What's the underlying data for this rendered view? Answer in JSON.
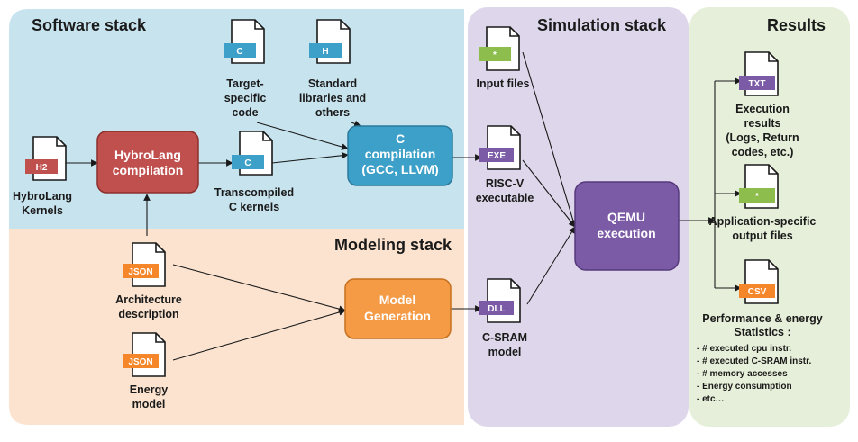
{
  "regions": {
    "software": "Software stack",
    "simulation": "Simulation stack",
    "results": "Results",
    "modeling": "Modeling stack"
  },
  "colors": {
    "software_bg": "#c7e3ee",
    "modeling_bg": "#fbe3cf",
    "simulation_bg": "#ded7eb",
    "results_bg": "#e6efd9",
    "hybrolang_box": "#c0504d",
    "ccompile_box": "#3da0c8",
    "model_box": "#f59a45",
    "qemu_box": "#7b5aa6",
    "badge_red": "#c0504d",
    "badge_blue": "#3da0c8",
    "badge_orange": "#f5872a",
    "badge_purple": "#7b5aa6",
    "badge_green": "#8dbd4d"
  },
  "files": {
    "h2": {
      "badge": "H2",
      "label": [
        "HybroLang",
        "Kernels"
      ]
    },
    "target_c": {
      "badge": "C",
      "label": [
        "Target-",
        "specific",
        "code"
      ]
    },
    "std_h": {
      "badge": "H",
      "label": [
        "Standard",
        "libraries and",
        "others"
      ]
    },
    "trans_c": {
      "badge": "C",
      "label": [
        "Transcompiled",
        "C kernels"
      ]
    },
    "arch_json": {
      "badge": "JSON",
      "label": [
        "Architecture",
        "description"
      ]
    },
    "energy_json": {
      "badge": "JSON",
      "label": [
        "Energy",
        "model"
      ]
    },
    "input_files": {
      "badge": "*",
      "label": [
        "Input files"
      ]
    },
    "exe": {
      "badge": "EXE",
      "label": [
        "RISC-V",
        "executable"
      ]
    },
    "dll": {
      "badge": "DLL",
      "label": [
        "C-SRAM",
        "model"
      ]
    },
    "txt": {
      "badge": "TXT",
      "label": [
        "Execution",
        "results",
        "(Logs, Return",
        "codes, etc.)"
      ]
    },
    "app_out": {
      "badge": "*",
      "label": [
        "Application-specific",
        "output files"
      ]
    },
    "csv": {
      "badge": "CSV",
      "label": []
    }
  },
  "boxes": {
    "hybrolang": [
      "HybroLang",
      "compilation"
    ],
    "ccompile": [
      "C",
      "compilation",
      "(GCC, LLVM)"
    ],
    "model": [
      "Model",
      "Generation"
    ],
    "qemu": [
      "QEMU",
      "execution"
    ]
  },
  "stats": {
    "title": [
      "Performance & energy",
      "Statistics :"
    ],
    "items": [
      "-   # executed cpu instr.",
      "-   # executed C-SRAM instr.",
      "-   # memory accesses",
      "-   Energy consumption",
      "-   etc…"
    ]
  }
}
